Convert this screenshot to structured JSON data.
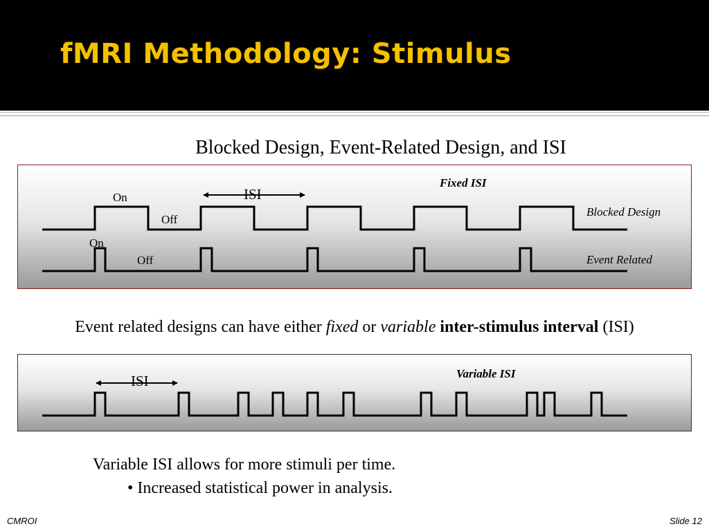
{
  "slide": {
    "title": "fMRI Methodology: Stimulus",
    "footer_left": "CMROI",
    "footer_right": "Slide 12"
  },
  "diagram_title": "Blocked Design, Event-Related Design, and ISI",
  "panel_fixed": {
    "title": "Fixed ISI",
    "isi_label": "ISI",
    "blocked": {
      "name": "Blocked Design",
      "on_label": "On",
      "off_label": "Off"
    },
    "event": {
      "name": "Event Related",
      "on_label": "On",
      "off_label": "Off"
    }
  },
  "caption": {
    "part1": "Event related designs can have either ",
    "fixed": "fixed",
    "or": " or ",
    "variable": "variable",
    "space": " ",
    "term": "inter-stimulus interval",
    "tail": " (ISI)"
  },
  "panel_variable": {
    "title": "Variable ISI",
    "isi_label": "ISI"
  },
  "notes": {
    "line1": "Variable ISI allows for more stimuli per time.",
    "line2": "• Increased statistical power in analysis."
  },
  "colors": {
    "title": "#f5c000",
    "header_bg": "#000000",
    "panel_fixed_border": "#8b1a1a",
    "wave": "#000000"
  }
}
